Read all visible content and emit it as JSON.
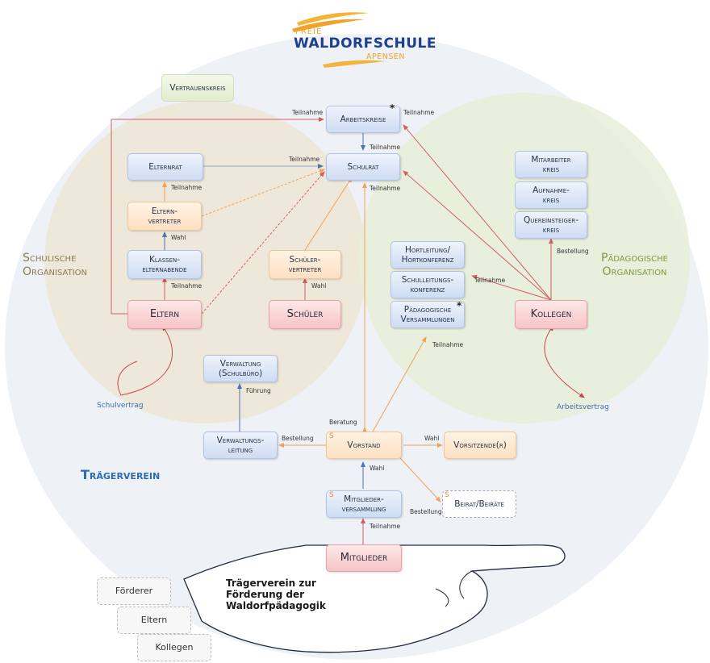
{
  "logo": {
    "top": "FREIE",
    "main": "WALDORFSCHULE",
    "sub": "APENSEN",
    "colors": {
      "blue": "#1d3f8f",
      "orange": "#f0a22a",
      "gold": "#f3b43a"
    }
  },
  "sections": {
    "school": [
      "Schulische",
      "Organisation"
    ],
    "pedagogic": [
      "Pädagogische",
      "Organisation"
    ],
    "carrier": "Trägerverein"
  },
  "nodes": {
    "vertrauenskreis": "Vertrauenskreis",
    "arbeitskreise": "Arbeitskreise",
    "schulrat": "Schulrat",
    "elternrat": "Elternrat",
    "elternvertreter": "Eltern-\nvertreter",
    "klassenelternabende": "Klassen-\nelternabende",
    "eltern": "Eltern",
    "schuelervertreter": "Schüler-\nvertreter",
    "schueler": "Schüler",
    "mitarbeiterkreis": "Mitarbeiter\nkreis",
    "aufnahmekreis": "Aufnahme-\nkreis",
    "quereinsteigerkreis": "Quereinsteiger-\nkreis",
    "hortleitung": "Hortleitung/\nHortkonferenz",
    "schulleitungskonferenz": "Schulleitungs-\nkonferenz",
    "paedagogische_versammlungen": "Pädagogische\nVersammlungen",
    "kollegen": "Kollegen",
    "verwaltung": "Verwaltung\n(Schulbüro)",
    "verwaltungsleitung": "Verwaltungs-\nleitung",
    "vorstand": "Vorstand",
    "vorsitzende": "Vorsitzende(r)",
    "beirat": "Beirat/Beiräte",
    "mitgliederversammlung": "Mitglieder-\nversammlung",
    "mitglieder": "Mitglieder"
  },
  "markers": {
    "asterisk": "*",
    "s": "S"
  },
  "edge_labels": {
    "teilnahme_left_ak": "Teilnahme",
    "teilnahme_right_ak": "Teilnahme",
    "teilnahme_ak_sr": "Teilnahme",
    "teilnahme_elternrat": "Teilnahme",
    "teilnahme_sr_below": "Teilnahme",
    "teilnahme_ev_er": "Teilnahme",
    "wahl_ke_ev": "Wahl",
    "teilnahme_el_ke": "Teilnahme",
    "wahl_sch_sv": "Wahl",
    "bestellung_kol_q": "Bestellung",
    "teilnahme_kol_sk": "Teilnahme",
    "teilnahme_vs_pv": "Teilnahme",
    "fuehrung": "Führung",
    "beratung": "Beratung",
    "bestellung_vs_vl": "Bestellung",
    "wahl_vs_vor": "Wahl",
    "wahl_mv_vs": "Wahl",
    "bestellung_vs_beirat": "Bestellung",
    "teilnahme_mit_mv": "Teilnahme"
  },
  "contracts": {
    "school": "Schulvertrag",
    "work": "Arbeitsvertrag"
  },
  "hand": {
    "text": "Trägerverein zur\nFörderung der\nWaldorfpädagogik"
  },
  "member_types": [
    "Förderer",
    "Eltern",
    "Kollegen"
  ],
  "colors": {
    "ellipse": "#eef2f7",
    "school_circle": "#ede7d6",
    "pedagogic_circle": "#e8eed8",
    "school_text": "#8c7b4e",
    "pedagogic_text": "#7c9b3a",
    "carrier_text": "#2d6bb0",
    "red_arrow": "#d06060",
    "orange_arrow": "#f0a25a",
    "blue_arrow": "#4f73b0"
  }
}
